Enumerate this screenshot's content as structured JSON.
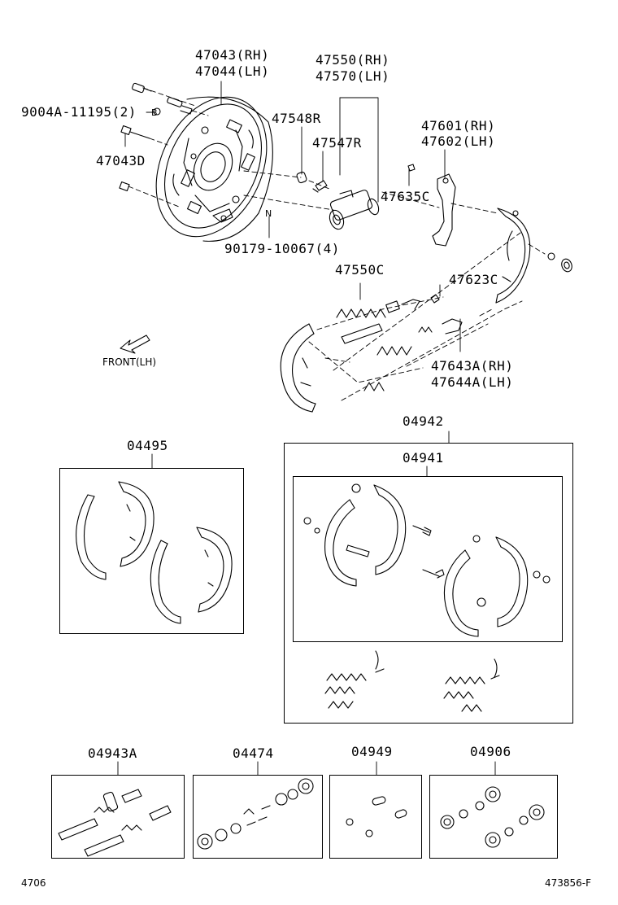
{
  "callouts": {
    "backing_plate_rh": "47043(RH)",
    "backing_plate_lh": "47044(LH)",
    "wheel_cyl_rh": "47550(RH)",
    "wheel_cyl_lh": "47570(LH)",
    "bolt": "9004A-11195(2)",
    "bolt_marker": "B",
    "bleeder_cap": "47548R",
    "bleeder_plug": "47547R",
    "plate_bolt": "47043D",
    "nut": "90179-10067(4)",
    "nut_marker": "N",
    "lever_rh": "47601(RH)",
    "lever_lh": "47602(LH)",
    "c_washer": "47635C",
    "adjuster_spring": "47550C",
    "strut_spring": "47623C",
    "adjusting_lever_rh": "47643A(RH)",
    "adjusting_lever_lh": "47644A(LH)",
    "front_marker": "FRONT(LH)"
  },
  "kits": {
    "shoe_set": "04495",
    "repair_kit_outer": "04942",
    "repair_kit_inner": "04941",
    "adjuster_kit": "04943A",
    "cylinder_kit": "04474",
    "pin_kit": "04949",
    "cup_kit": "04906"
  },
  "footer": {
    "page_code": "4706",
    "diagram_code": "473856-F"
  }
}
